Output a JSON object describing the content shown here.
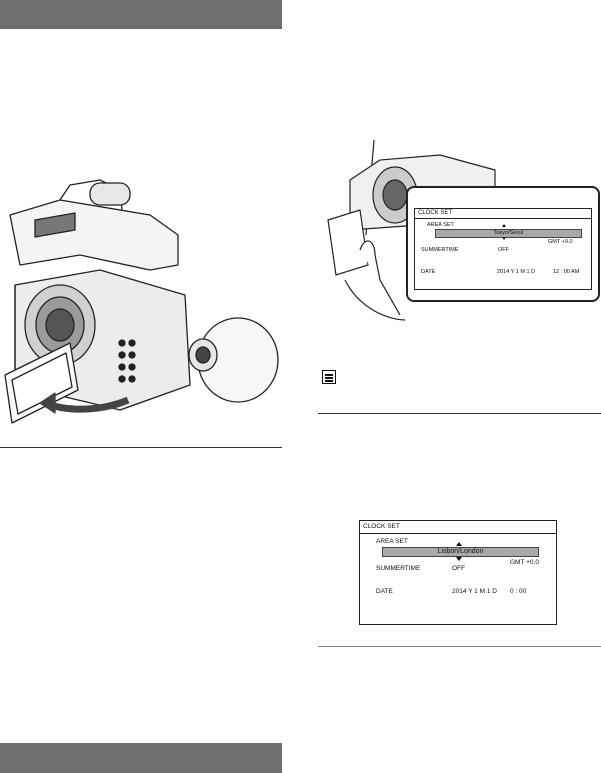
{
  "camera_figure": {
    "icon": "camcorder-lcd-open-illustration"
  },
  "touch_figure": {
    "icon": "hand-touching-lcd-illustration",
    "screen": {
      "title": "CLOCK SET",
      "area_set_label": "AREA SET",
      "area_value": "Tokyo/Seoul",
      "gmt": "GMT +9.0",
      "summertime_label": "SUMMERTIME",
      "summertime_value": "OFF",
      "date_label": "DATE",
      "date_value": "2014 Y  1  M  1  D",
      "time_value": "12 : 00 AM"
    }
  },
  "menu_icon": "menu-list-icon",
  "clock_screen": {
    "title": "CLOCK SET",
    "area_set_label": "AREA SET",
    "area_value": "Lisbon/London",
    "gmt": "GMT +0.0",
    "summertime_label": "SUMMERTIME",
    "summertime_value": "OFF",
    "date_label": "DATE",
    "date_value": "2014 Y  1  M  1  D",
    "time_value": "0 : 00"
  }
}
